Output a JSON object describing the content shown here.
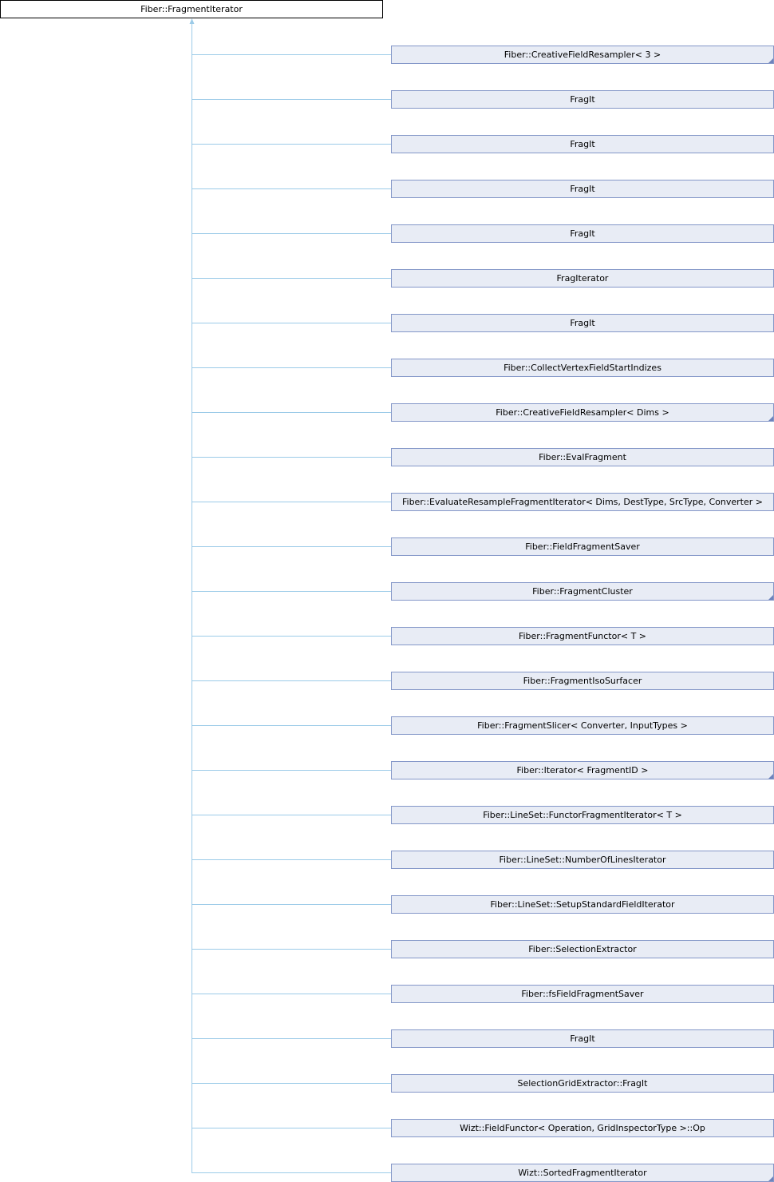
{
  "root": {
    "label": "Fiber::FragmentIterator"
  },
  "children": [
    {
      "label": "Fiber::CreativeFieldResampler< 3 >",
      "has_more": true
    },
    {
      "label": "FragIt",
      "has_more": false
    },
    {
      "label": "FragIt",
      "has_more": false
    },
    {
      "label": "FragIt",
      "has_more": false
    },
    {
      "label": "FragIt",
      "has_more": false
    },
    {
      "label": "FragIterator",
      "has_more": false
    },
    {
      "label": "FragIt",
      "has_more": false
    },
    {
      "label": "Fiber::CollectVertexFieldStartIndizes",
      "has_more": false
    },
    {
      "label": "Fiber::CreativeFieldResampler< Dims >",
      "has_more": true
    },
    {
      "label": "Fiber::EvalFragment",
      "has_more": false
    },
    {
      "label": "Fiber::EvaluateResampleFragmentIterator< Dims, DestType, SrcType, Converter >",
      "has_more": false
    },
    {
      "label": "Fiber::FieldFragmentSaver",
      "has_more": false
    },
    {
      "label": "Fiber::FragmentCluster",
      "has_more": true
    },
    {
      "label": "Fiber::FragmentFunctor< T >",
      "has_more": false
    },
    {
      "label": "Fiber::FragmentIsoSurfacer",
      "has_more": false
    },
    {
      "label": "Fiber::FragmentSlicer< Converter, InputTypes >",
      "has_more": false
    },
    {
      "label": "Fiber::Iterator< FragmentID >",
      "has_more": true
    },
    {
      "label": "Fiber::LineSet::FunctorFragmentIterator< T >",
      "has_more": false
    },
    {
      "label": "Fiber::LineSet::NumberOfLinesIterator",
      "has_more": false
    },
    {
      "label": "Fiber::LineSet::SetupStandardFieldIterator",
      "has_more": false
    },
    {
      "label": "Fiber::SelectionExtractor",
      "has_more": false
    },
    {
      "label": "Fiber::fsFieldFragmentSaver",
      "has_more": false
    },
    {
      "label": "FragIt",
      "has_more": false
    },
    {
      "label": "SelectionGridExtractor::FragIt",
      "has_more": false
    },
    {
      "label": "Wizt::FieldFunctor< Operation, GridInspectorType >::Op",
      "has_more": false
    },
    {
      "label": "Wizt::SortedFragmentIterator",
      "has_more": true
    }
  ],
  "colors": {
    "edge": "#9ccbe8",
    "node_fill": "#e8ecf5",
    "node_border": "#8497c8"
  }
}
